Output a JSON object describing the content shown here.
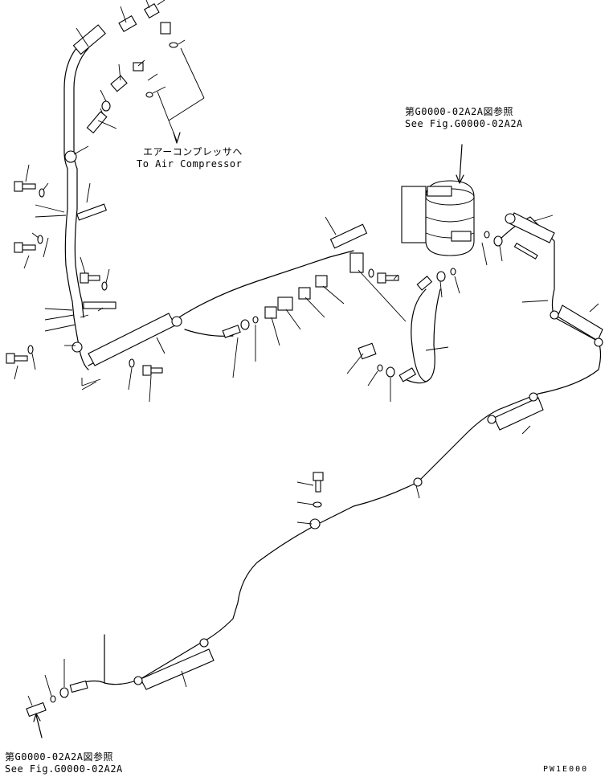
{
  "annotations": {
    "air_compressor_jp": "エアーコンプレッサヘ",
    "air_compressor_en": "To Air Compressor",
    "ref_top_jp": "第G0000-02A2A図参照",
    "ref_top_en": "See Fig.G0000-02A2A",
    "ref_bottom_jp": "第G0000-02A2A図参照",
    "ref_bottom_en": "See Fig.G0000-02A2A"
  },
  "drawing_code": "PW1E000",
  "icons": {
    "air_tank": "cylindrical-tank-icon",
    "bolt": "hex-bolt-icon",
    "washer": "washer-icon",
    "clamp": "clip-clamp-icon",
    "connector": "hose-connector-icon"
  }
}
